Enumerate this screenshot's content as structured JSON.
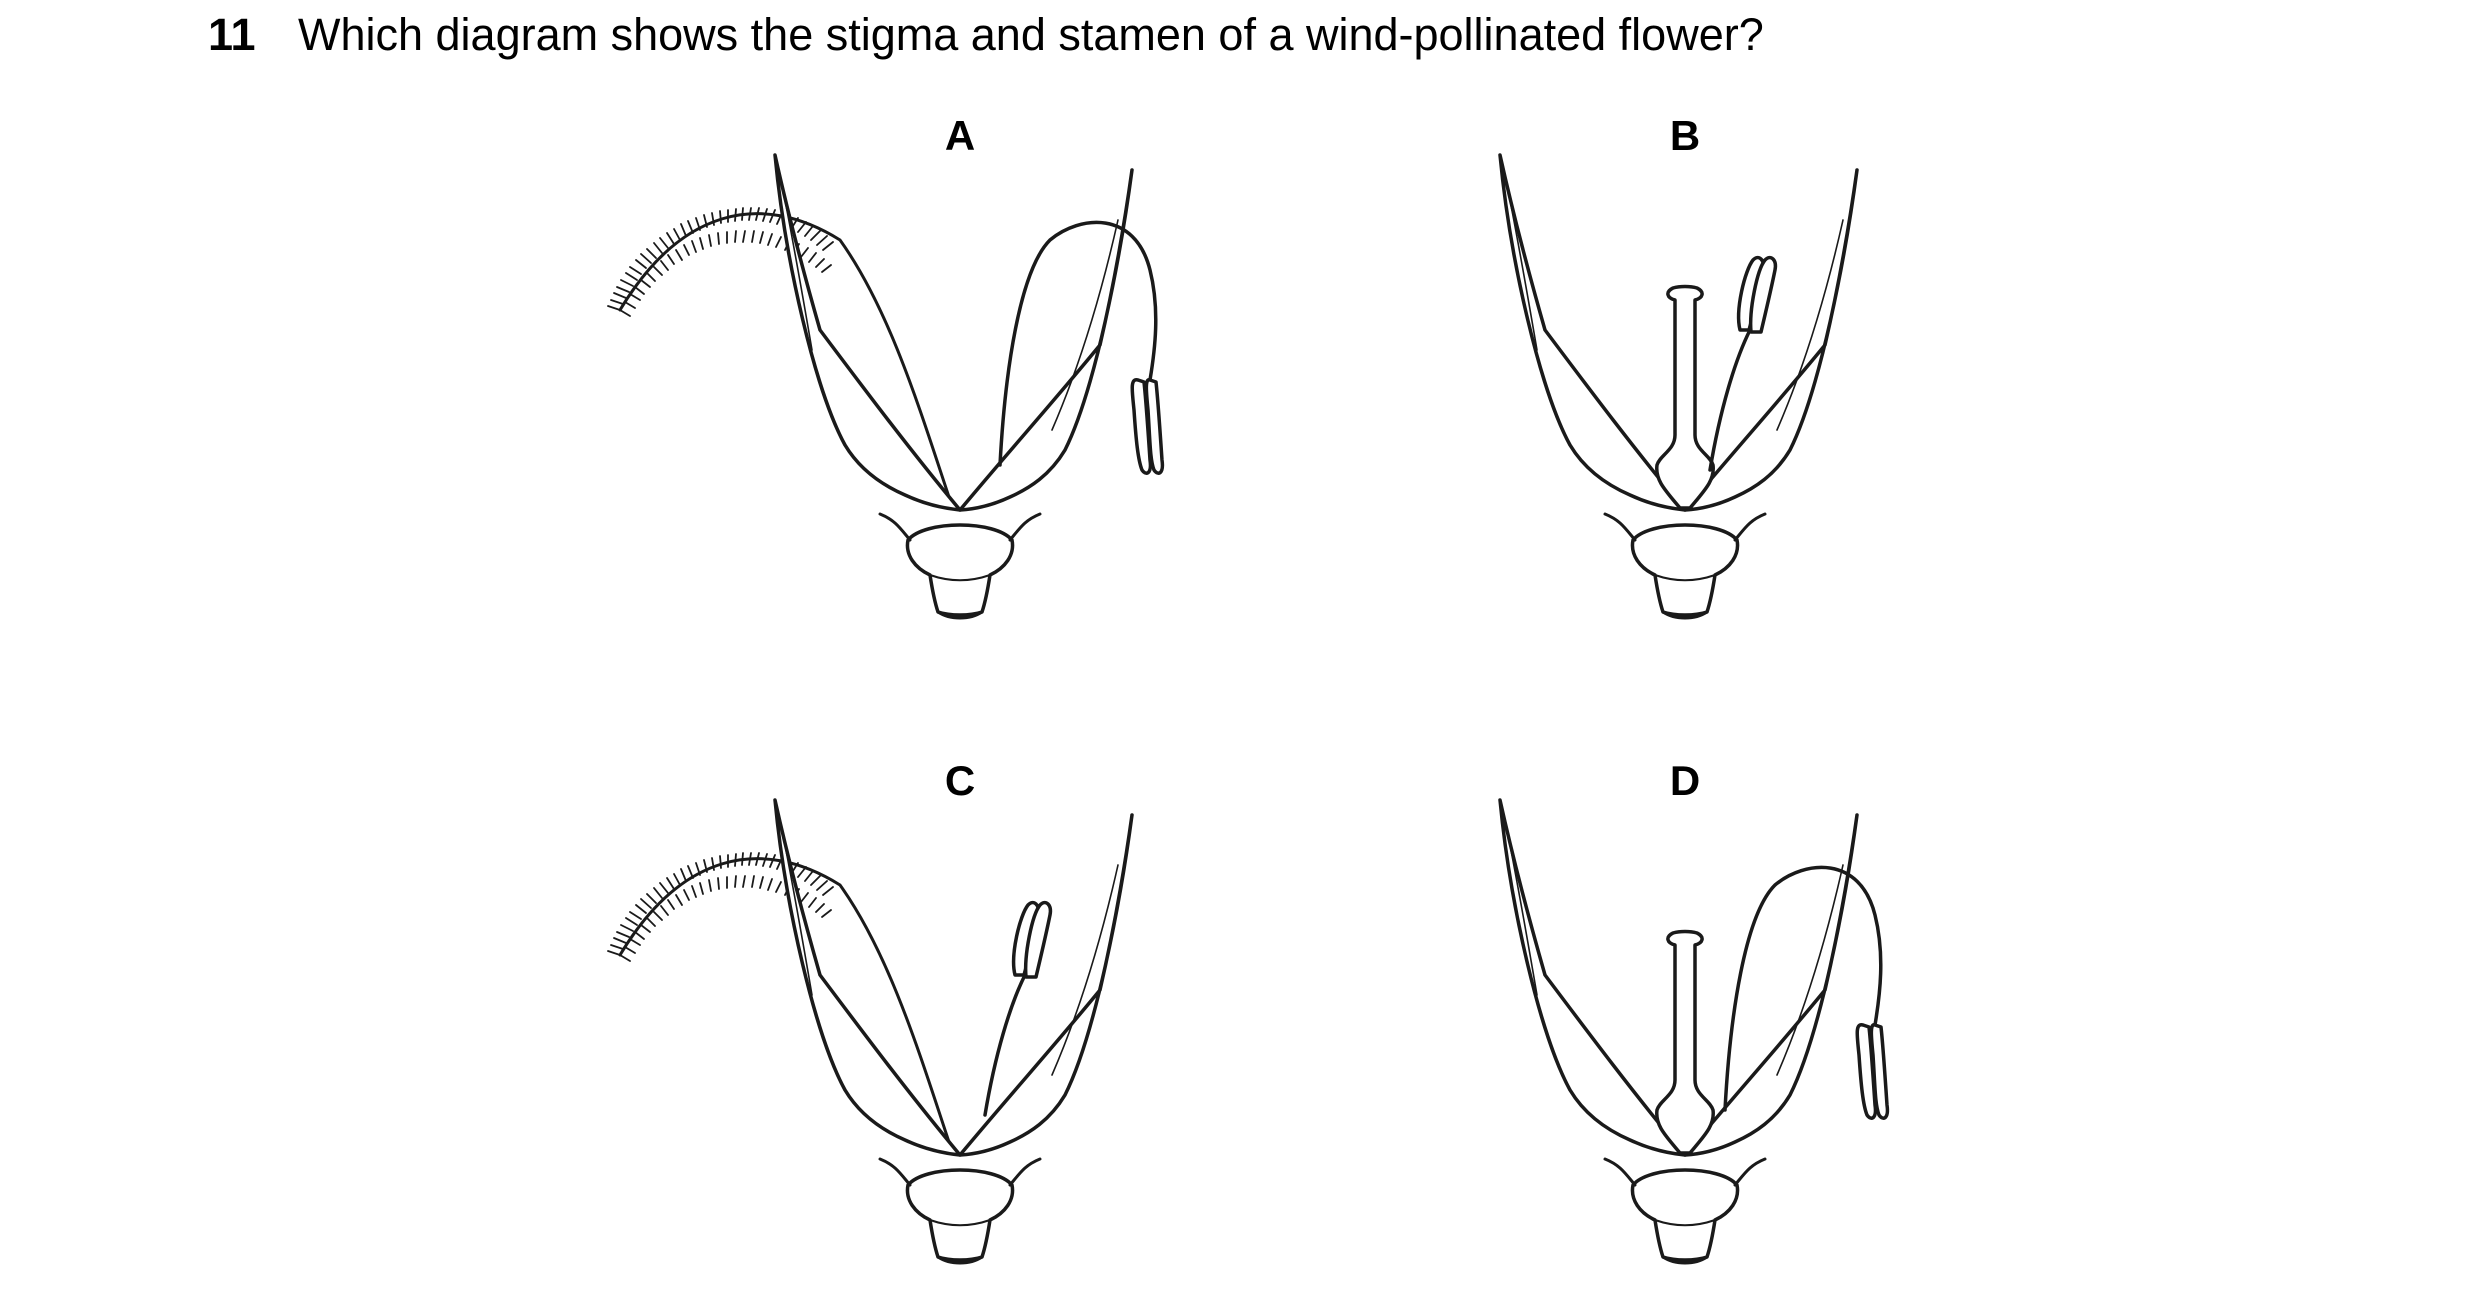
{
  "question": {
    "number": "11",
    "text": "Which diagram shows the stigma and stamen of a wind-pollinated flower?"
  },
  "options": [
    {
      "label": "A",
      "stigma": "feathery",
      "stamen": "pendulous"
    },
    {
      "label": "B",
      "stigma": "knob",
      "stamen": "erect"
    },
    {
      "label": "C",
      "stigma": "feathery",
      "stamen": "erect"
    },
    {
      "label": "D",
      "stigma": "knob",
      "stamen": "pendulous"
    }
  ],
  "style": {
    "stroke": "#1a1a1a",
    "background": "#ffffff"
  }
}
